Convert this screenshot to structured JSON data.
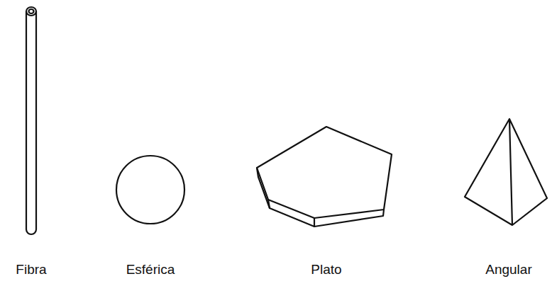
{
  "diagram": {
    "labels": [
      "Fibra",
      "Esférica",
      "Plato",
      "Angular"
    ]
  }
}
